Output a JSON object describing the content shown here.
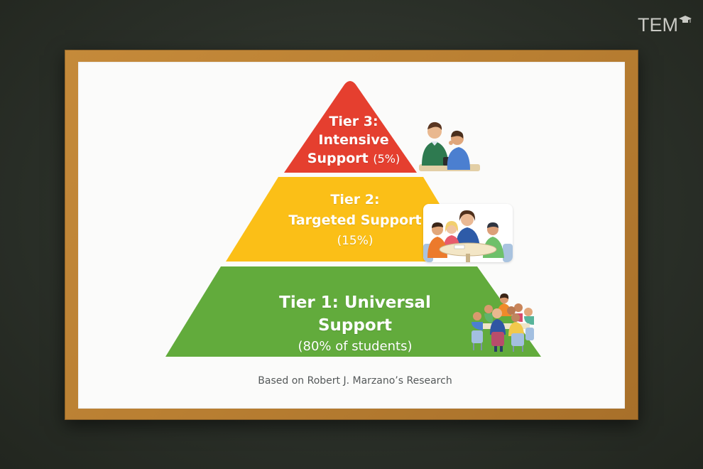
{
  "logo": {
    "text": "TEM",
    "icon": "graduation-cap-icon"
  },
  "diagram": {
    "title": "Marzano tiered support pyramid",
    "tiers": [
      {
        "id": "tier-3",
        "label_line1": "Tier 3:",
        "label_line2": "Intensive",
        "label_line3": "Support",
        "percent": "(5%)",
        "color": "#e53f2f",
        "illustration": "one-on-one-tutoring-icon"
      },
      {
        "id": "tier-2",
        "label_line1": "Tier 2:",
        "label_line2": "Targeted Support",
        "percent": "(15%)",
        "color": "#fbbf17",
        "illustration": "small-group-table-icon"
      },
      {
        "id": "tier-1",
        "label": "Tier 1: Universal Support",
        "percent": "(80% of students)",
        "color": "#62ab3c",
        "illustration": "whole-class-group-icon"
      }
    ],
    "caption": "Based on Robert J. Marzano’s Research"
  },
  "colors": {
    "background": "#2a2f28",
    "frame": "#bb8035",
    "paper": "#fbfbfa",
    "caption": "#55595a"
  }
}
